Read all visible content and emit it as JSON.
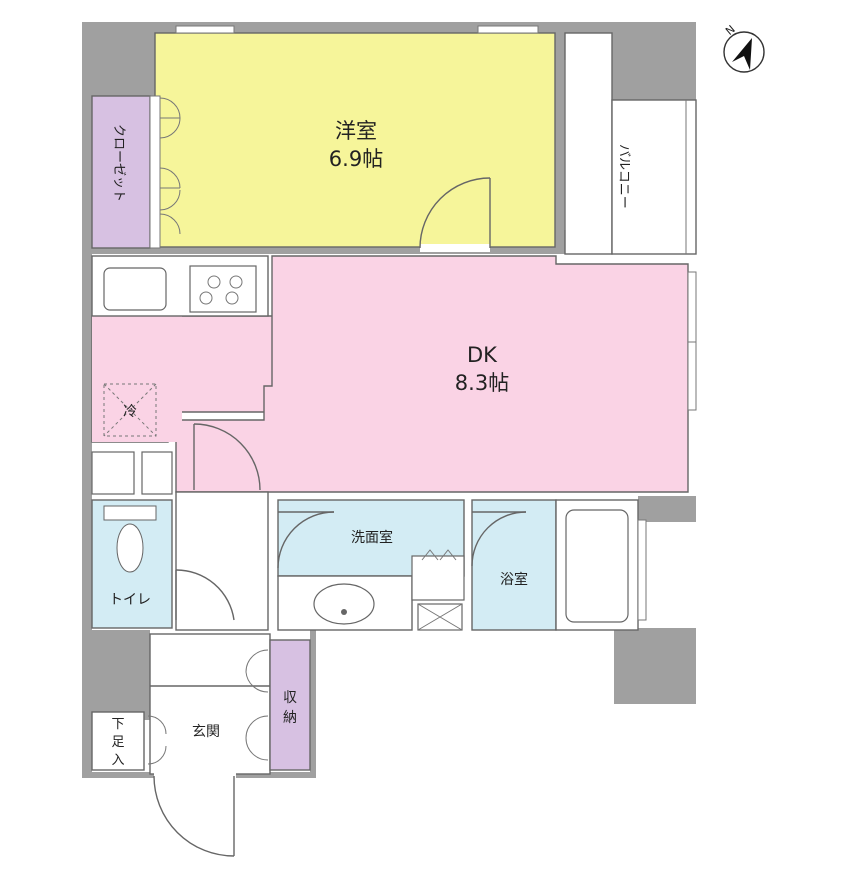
{
  "rooms": {
    "western_room": {
      "name": "洋室",
      "size": "6.9帖"
    },
    "dk": {
      "name": "DK",
      "size": "8.3帖"
    },
    "closet": "クローゼット",
    "balcony": "バルコニー",
    "fridge": "冷",
    "washroom": "洗面室",
    "bathroom": "浴室",
    "toilet": "トイレ",
    "storage": "収納",
    "entrance": "玄関",
    "shoe_box": "下足入"
  },
  "compass": {
    "label": "N",
    "icon": "north-arrow-icon"
  },
  "colors": {
    "western_room": "#f6f59a",
    "dk": "#fad3e5",
    "closet": "#d7c1e2",
    "storage": "#d7c1e2",
    "wet_area": "#d3ecf4",
    "wall": "#a0a0a0"
  }
}
